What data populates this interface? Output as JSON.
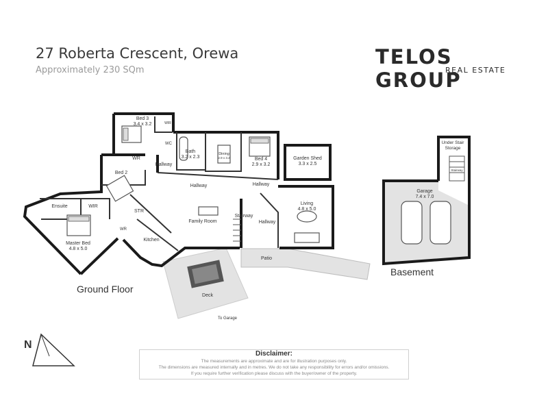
{
  "header": {
    "address": "27 Roberta Crescent, Orewa",
    "area": "Approximately 230 SQm",
    "brand": "TELOS GROUP",
    "brand_sub": "REAL ESTATE"
  },
  "colors": {
    "wall": "#1a1a1a",
    "floor": "#ffffff",
    "outdoor": "#e3e3e3",
    "text": "#333333",
    "brand": "#2a2a2a"
  },
  "floors": {
    "ground": "Ground Floor",
    "basement": "Basement"
  },
  "rooms": {
    "bed3": "Bed 3",
    "bed3_size": "3.4 x 3.2",
    "wir_small": "WIR",
    "wc": "WC",
    "bath": "Bath",
    "bath_size": "3.2 x 2.3",
    "dining": "Dining",
    "dining_size": "2.9 x 3.2",
    "bed4": "Bed 4",
    "bed4_size": "2.9 x 3.2",
    "garden_shed": "Garden Shed",
    "garden_shed_size": "3.3 x 2.5",
    "wr": "WR",
    "hallway_a": "Hallway",
    "bed2": "Bed 2",
    "hallway_b": "Hallway",
    "hallway_c": "Hallway",
    "ensuite": "Ensuite",
    "wir": "WIR",
    "str": "STR",
    "stairway": "Stairway",
    "family_room": "Family Room",
    "hallway_d": "Hallway",
    "living": "Living",
    "living_size": "4.8 x 5.0",
    "wr2": "WR",
    "master_bed": "Master Bed",
    "master_bed_size": "4.8 x 5.0",
    "kitchen": "Kitchen",
    "patio": "Patio",
    "deck": "Deck",
    "to_garage": "To Garage",
    "under_stair": "Under Stair",
    "storage": "Storage",
    "stairway_b": "Stairway",
    "garage": "Garage",
    "garage_size": "7.4 x 7.0"
  },
  "compass": {
    "label": "N"
  },
  "disclaimer": {
    "title": "Disclaimer:",
    "line1": "The measurements are approximate and are for illustration purposes only.",
    "line2": "The dimensions are measured internally and in metres. We do not take any responsibility for errors and/or omissions.",
    "line3": "If you require further verification please discuss with the buyer/owner of the property."
  }
}
